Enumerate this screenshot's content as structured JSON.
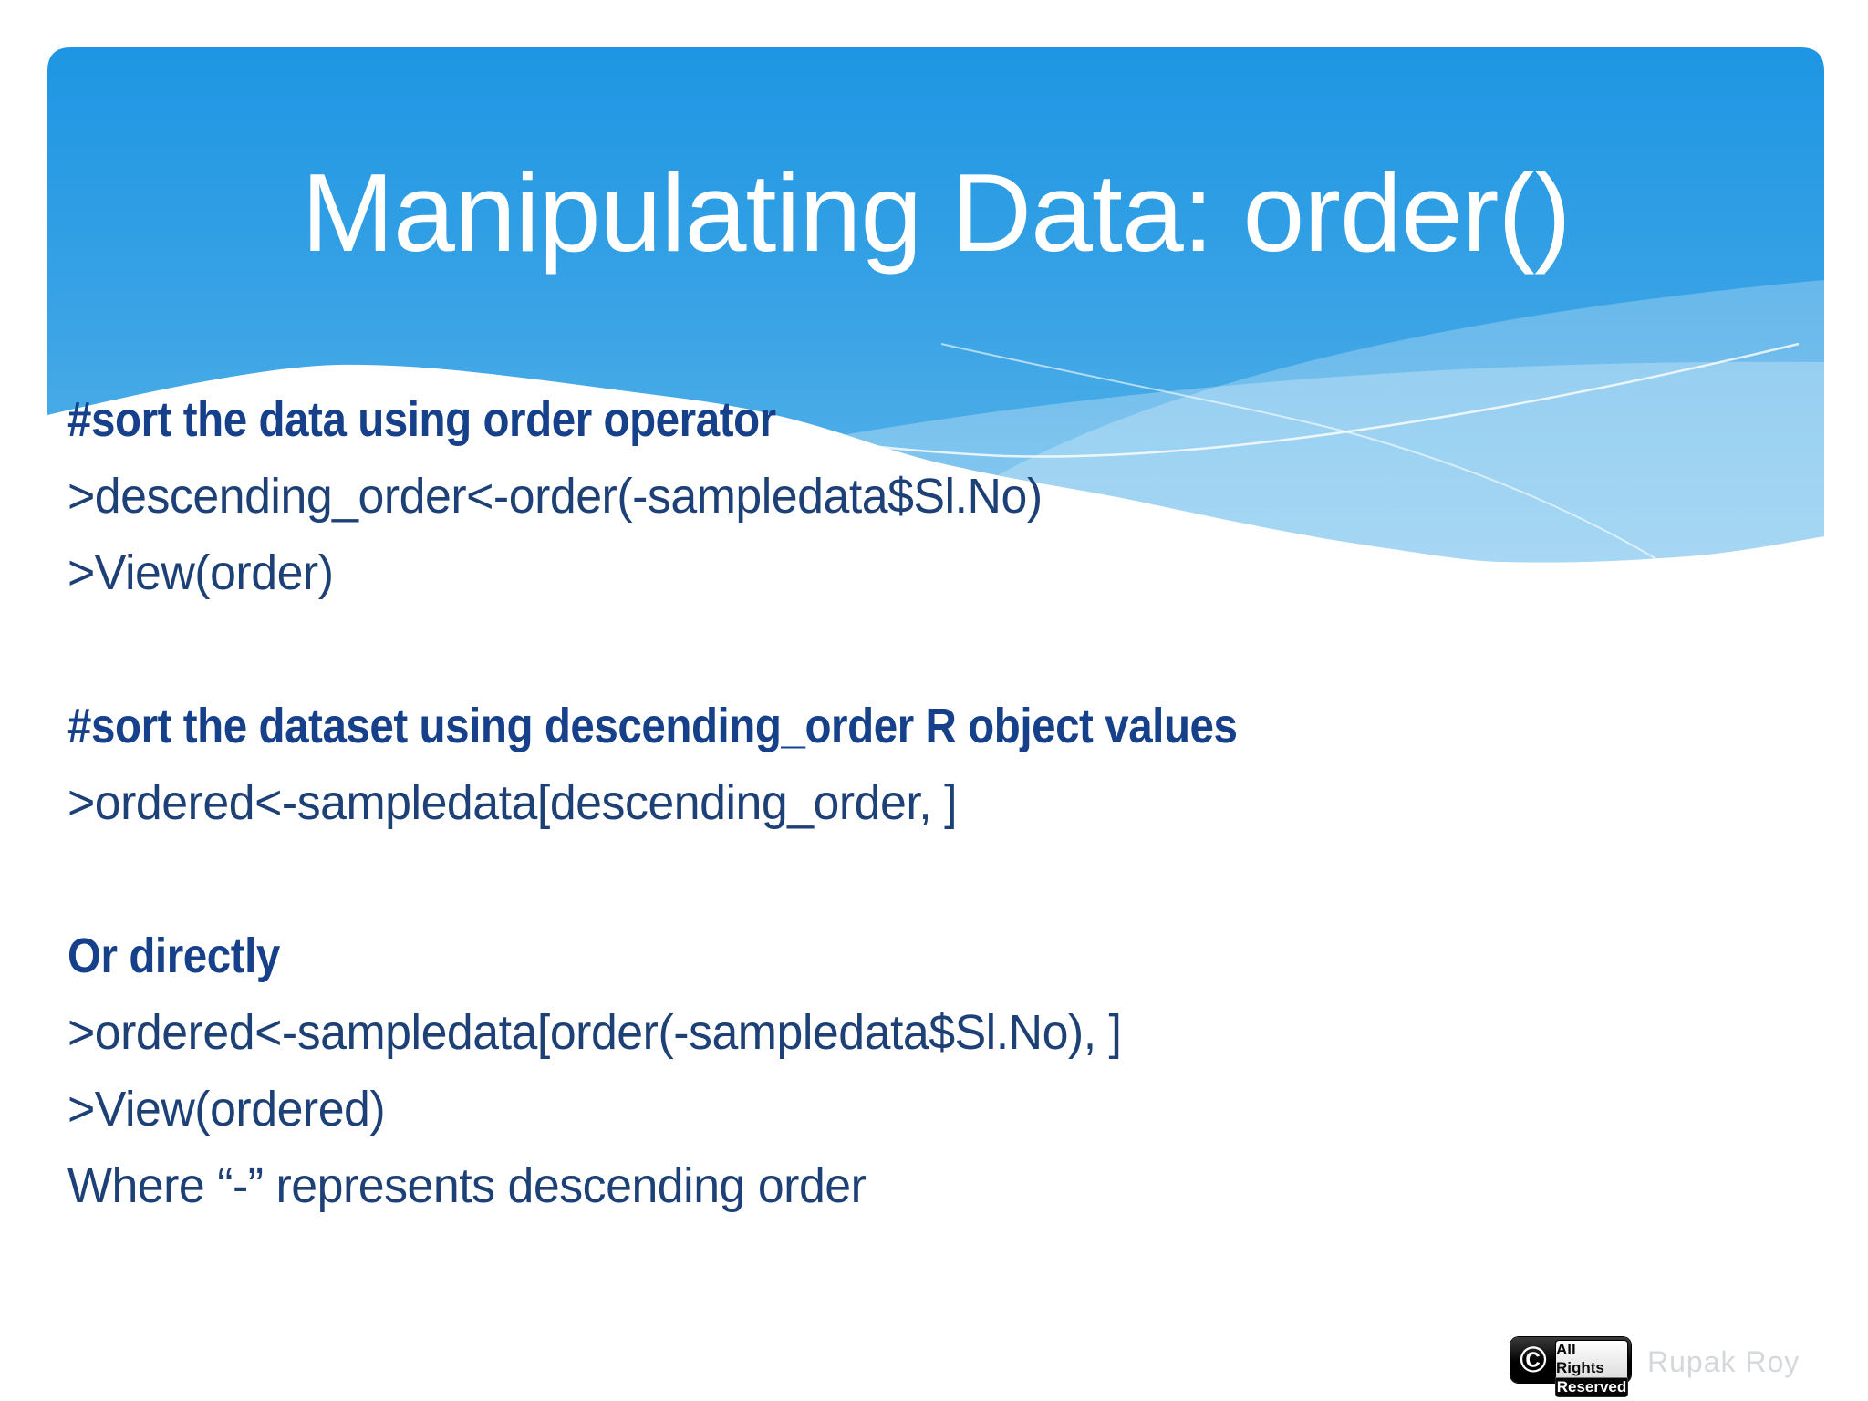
{
  "slide": {
    "title": "Manipulating Data: order()",
    "body_lines": [
      {
        "text": "#sort the data using order operator",
        "bold": true
      },
      {
        "text": ">descending_order<-order(-sampledata$Sl.No)",
        "bold": false
      },
      {
        "text": ">View(order)",
        "bold": false
      },
      {
        "text": "",
        "bold": false
      },
      {
        "text": "#sort the dataset using descending_order R object values",
        "bold": true
      },
      {
        "text": ">ordered<-sampledata[descending_order, ]",
        "bold": false
      },
      {
        "text": "",
        "bold": false
      },
      {
        "text": "Or directly",
        "bold": true
      },
      {
        "text": ">ordered<-sampledata[order(-sampledata$Sl.No), ]",
        "bold": false
      },
      {
        "text": ">View(ordered)",
        "bold": false
      },
      {
        "text": "Where “-” represents descending order",
        "bold": false
      }
    ]
  },
  "footer": {
    "copyright_symbol": "©",
    "badge_line1": "All Rights",
    "badge_line2": "Reserved",
    "author": "Rupak Roy"
  },
  "colors": {
    "header_gradient_top": "#1E96E3",
    "header_gradient_bottom": "#5BB6EA",
    "body_text": "#1d4077",
    "body_text_bold": "#16408a",
    "title_text": "#ffffff",
    "badge_background": "#000000",
    "author_text": "#d5d8db"
  }
}
